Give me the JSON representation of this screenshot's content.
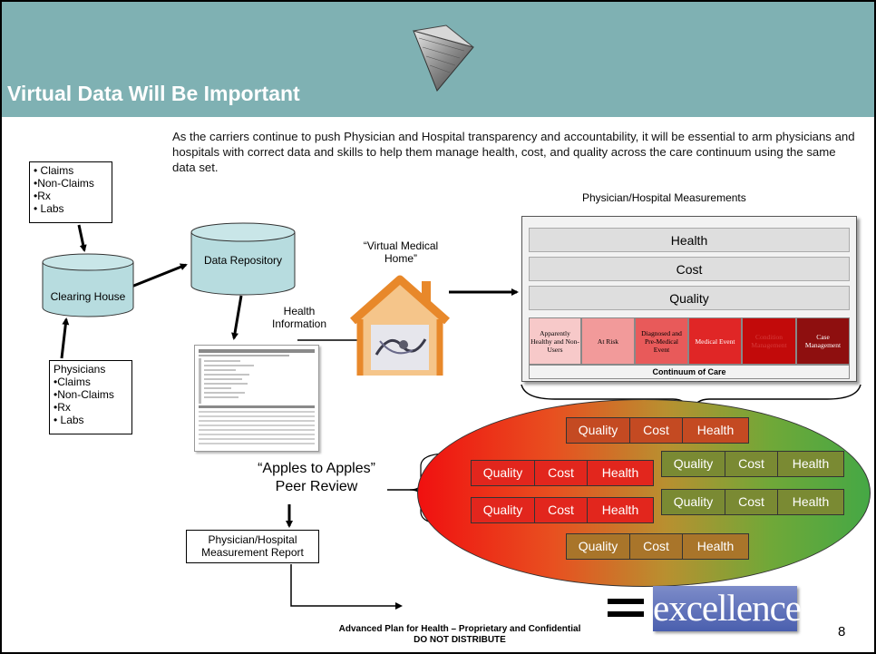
{
  "title": "Virtual Data Will Be Important",
  "intro": "As the carriers continue to push Physician and Hospital transparency and accountability, it will be essential to arm physicians and hospitals with correct data and skills to help them manage health, cost, and quality across the care continuum using the same data set.",
  "sources_top": [
    "• Claims",
    "•Non-Claims",
    "•Rx",
    "• Labs"
  ],
  "clearing_house": "Clearing House",
  "physicians_box": {
    "title": "Physicians",
    "items": [
      "•Claims",
      "•Non-Claims",
      "•Rx",
      "• Labs"
    ]
  },
  "data_repository": "Data Repository",
  "health_information": "Health Information",
  "virtual_medical_home": "“Virtual Medical Home”",
  "measurements": {
    "title": "Physician/Hospital Measurements",
    "bars": [
      "Health",
      "Cost",
      "Quality"
    ],
    "continuum": [
      {
        "label": "Apparently Healthy and Non-Users",
        "bg": "#f7c9c9",
        "fg": "#000000"
      },
      {
        "label": "At Risk",
        "bg": "#f29a9a",
        "fg": "#000000"
      },
      {
        "label": "Diagnosed and Pre-Medical Event",
        "bg": "#e85a5a",
        "fg": "#000000"
      },
      {
        "label": "Medical Event",
        "bg": "#e02626",
        "fg": "#ffffff"
      },
      {
        "label": "Condition Management",
        "bg": "#c20a0a",
        "fg": "#d63a3a"
      },
      {
        "label": "Case Management",
        "bg": "#8e0f0f",
        "fg": "#ffffff"
      }
    ],
    "continuum_label": "Continuum of Care"
  },
  "peer_review": {
    "line1": "“Apples to Apples”",
    "line2": "Peer Review"
  },
  "qch_label": {
    "quality": "Quality",
    "cost": "Cost",
    "health": "Health"
  },
  "report": "Physician/Hospital Measurement Report",
  "excellence": "excellence",
  "footer": {
    "line1": "Advanced Plan for Health – Proprietary and Confidential",
    "line2": "DO NOT DISTRIBUTE"
  },
  "page_number": "8",
  "colors": {
    "header": "#7fb1b3",
    "cylinder": "#b7dcdf",
    "arrow": "#000000"
  }
}
